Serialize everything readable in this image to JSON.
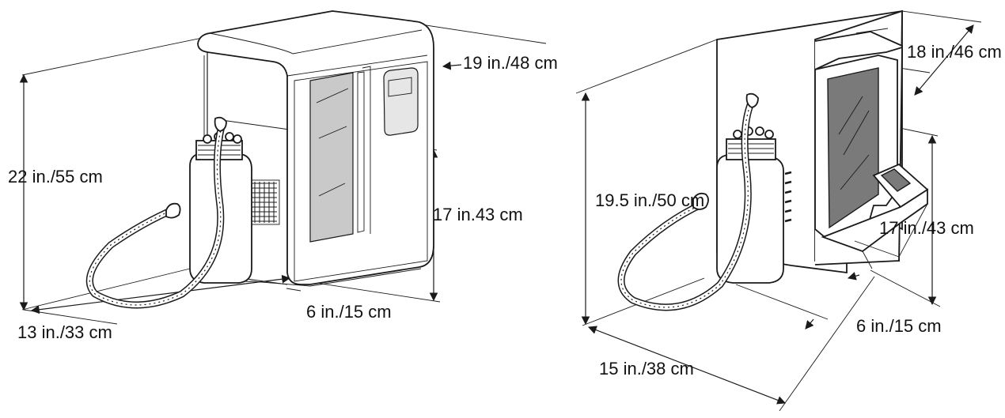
{
  "left_unit": {
    "dimensions": {
      "depth_top": "19 in./48 cm",
      "height_total": "22 in./55 cm",
      "height_body": "17 in.43 cm",
      "width_base": "13 in./33 cm",
      "base_offset": "6 in./15 cm"
    }
  },
  "right_unit": {
    "dimensions": {
      "depth_top": "18 in./46 cm",
      "height_total": "19.5 in./50 cm",
      "height_body": "17 in./43 cm",
      "width_base": "15 in./38 cm",
      "base_offset": "6 in./15 cm"
    }
  },
  "colors": {
    "line": "#1a1a1a",
    "glass_light": "#c9c9c9",
    "glass_dark": "#7a7a7a",
    "background": "#ffffff"
  }
}
